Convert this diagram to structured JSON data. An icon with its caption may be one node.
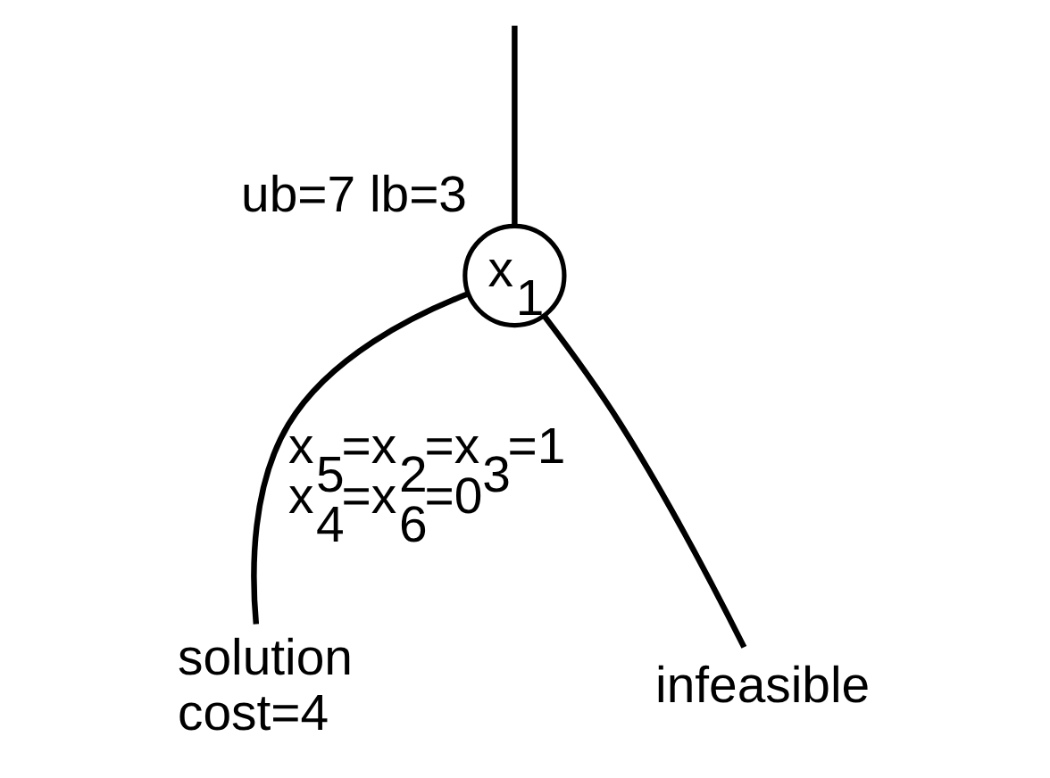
{
  "diagram": {
    "nodes": [
      {
        "text": [
          "x$_{1}$"
        ],
        "beside": [
          "ub=7 lb=3"
        ]
      },
      {
        "text": [
          "solution cost=4"
        ]
      },
      {
        "text": [
          "infeasible"
        ]
      }
    ],
    "edges": [
      {
        "from": null,
        "to": 0,
        "arrow": "none"
      },
      {
        "from": 0,
        "to": 1,
        "arrow": "none",
        "label": "x$_{5}$=x$_{2}$=x$_{3}$=1 x$_{4}$=x$_{6}$=0"
      },
      {
        "from": 0,
        "to": 2,
        "arrow": "none"
      }
    ]
  }
}
